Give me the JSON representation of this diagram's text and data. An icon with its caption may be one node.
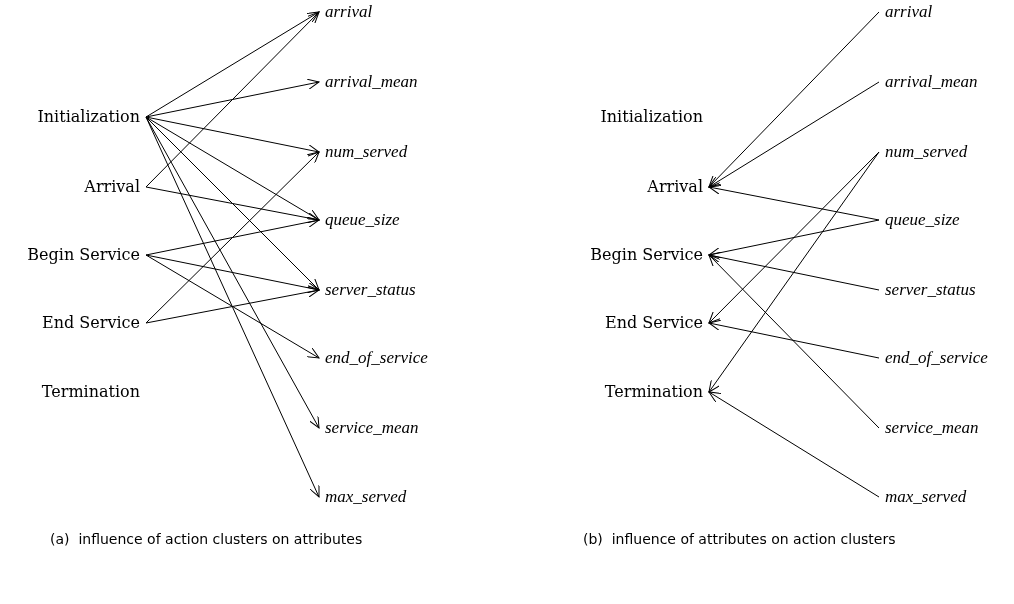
{
  "diagram": {
    "nodes": [
      {
        "text": [
          "Initialization"
        ]
      },
      {
        "text": [
          "Arrival"
        ]
      },
      {
        "text": [
          "Begin Service"
        ]
      },
      {
        "text": [
          "End Service"
        ]
      },
      {
        "text": [
          "Termination"
        ]
      },
      {
        "text": [
          "arrival"
        ]
      },
      {
        "text": [
          "arrival_mean"
        ]
      },
      {
        "text": [
          "num_served"
        ]
      },
      {
        "text": [
          "queue_size"
        ]
      },
      {
        "text": [
          "server_status"
        ]
      },
      {
        "text": [
          "end_of_service"
        ]
      },
      {
        "text": [
          "service_mean"
        ]
      },
      {
        "text": [
          "max_served"
        ]
      },
      {
        "text": [
          "Initialization"
        ]
      },
      {
        "text": [
          "Arrival"
        ]
      },
      {
        "text": [
          "Begin Service"
        ]
      },
      {
        "text": [
          "End Service"
        ]
      },
      {
        "text": [
          "Termination"
        ]
      },
      {
        "text": [
          "arrival"
        ]
      },
      {
        "text": [
          "arrival_mean"
        ]
      },
      {
        "text": [
          "num_served"
        ]
      },
      {
        "text": [
          "queue_size"
        ]
      },
      {
        "text": [
          "server_status"
        ]
      },
      {
        "text": [
          "end_of_service"
        ]
      },
      {
        "text": [
          "service_mean"
        ]
      },
      {
        "text": [
          "max_served"
        ]
      }
    ],
    "edges": [
      {
        "from": 0,
        "to": 5,
        "arrow": "to"
      },
      {
        "from": 0,
        "to": 6,
        "arrow": "to"
      },
      {
        "from": 0,
        "to": 7,
        "arrow": "to"
      },
      {
        "from": 0,
        "to": 8,
        "arrow": "to"
      },
      {
        "from": 0,
        "to": 9,
        "arrow": "to"
      },
      {
        "from": 0,
        "to": 11,
        "arrow": "to"
      },
      {
        "from": 0,
        "to": 12,
        "arrow": "to"
      },
      {
        "from": 1,
        "to": 5,
        "arrow": "to"
      },
      {
        "from": 1,
        "to": 8,
        "arrow": "to"
      },
      {
        "from": 2,
        "to": 8,
        "arrow": "to"
      },
      {
        "from": 2,
        "to": 9,
        "arrow": "to"
      },
      {
        "from": 2,
        "to": 10,
        "arrow": "to"
      },
      {
        "from": 3,
        "to": 7,
        "arrow": "to"
      },
      {
        "from": 3,
        "to": 9,
        "arrow": "to"
      },
      {
        "from": 18,
        "to": 14,
        "arrow": "to"
      },
      {
        "from": 19,
        "to": 14,
        "arrow": "to"
      },
      {
        "from": 20,
        "to": 16,
        "arrow": "to"
      },
      {
        "from": 20,
        "to": 17,
        "arrow": "to"
      },
      {
        "from": 21,
        "to": 14,
        "arrow": "to"
      },
      {
        "from": 21,
        "to": 15,
        "arrow": "to"
      },
      {
        "from": 22,
        "to": 15,
        "arrow": "to"
      },
      {
        "from": 23,
        "to": 16,
        "arrow": "to"
      },
      {
        "from": 24,
        "to": 15,
        "arrow": "to"
      },
      {
        "from": 25,
        "to": 17,
        "arrow": "to"
      }
    ],
    "labels": [
      "(a)  influence of action clusters on attributes",
      "(b)  influence of attributes on action clusters"
    ]
  }
}
